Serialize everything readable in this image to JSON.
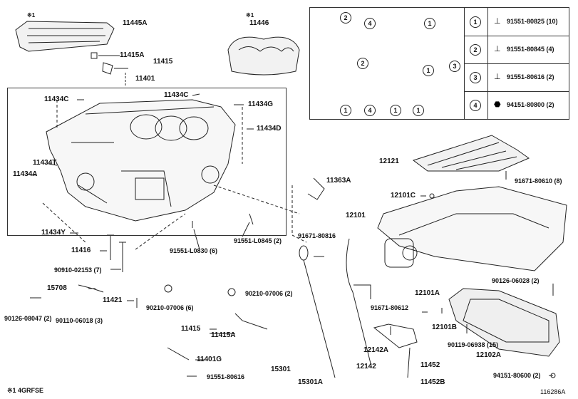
{
  "legend": {
    "rows": [
      {
        "num": "1",
        "part": "91551-80825 (10)"
      },
      {
        "num": "2",
        "part": "91551-80845 (4)"
      },
      {
        "num": "3",
        "part": "91551-80616 (2)"
      },
      {
        "num": "4",
        "part": "94151-80800 (2)"
      }
    ]
  },
  "labels": {
    "star1_a": "※1",
    "p11445A": "11445A",
    "star1_b": "※1",
    "p11446": "11446",
    "p11415A_top": "11415A",
    "p11415_top": "11415",
    "p11401": "11401",
    "p11434C_left": "11434C",
    "p11434C_right": "11434C",
    "p11434G": "11434G",
    "p11434D": "11434D",
    "p11434T": "11434T",
    "p11434A": "11434A",
    "p11363A": "11363A",
    "p11434Y": "11434Y",
    "p91551L0845": "91551-L0845 (2)",
    "p91551L0830": "91551-L0830 (6)",
    "p11416": "11416",
    "p90910": "90910-02153 (7)",
    "p15708": "15708",
    "p11421": "11421",
    "p90126_08047": "90126-08047 (2)",
    "p90110": "90110-06018 (3)",
    "p90210_a": "90210-07006 (6)",
    "p90210_b": "90210-07006 (2)",
    "p11415_bot": "11415",
    "p11415A_bot": "11415A",
    "p11401G": "11401G",
    "p91551_80616": "91551-80616",
    "p91671_80816": "91671-80816",
    "p12121": "12121",
    "p91671_80610": "91671-80610 (8)",
    "p12101C": "12101C",
    "p12101": "12101",
    "p90126_06028": "90126-06028 (2)",
    "p12101A": "12101A",
    "p91671_80612": "91671-80612",
    "p12101B": "12101B",
    "p90119": "90119-06938 (15)",
    "p12102A": "12102A",
    "p94151_80600": "94151-80600 (2)",
    "p12142A": "12142A",
    "p12142": "12142",
    "p11452": "11452",
    "p11452B": "11452B",
    "p15301": "15301",
    "p15301A": "15301A",
    "footnote": "※1 4GRFSE",
    "diagram_id": "116286A"
  },
  "colors": {
    "line": "#222222",
    "background": "#ffffff"
  }
}
